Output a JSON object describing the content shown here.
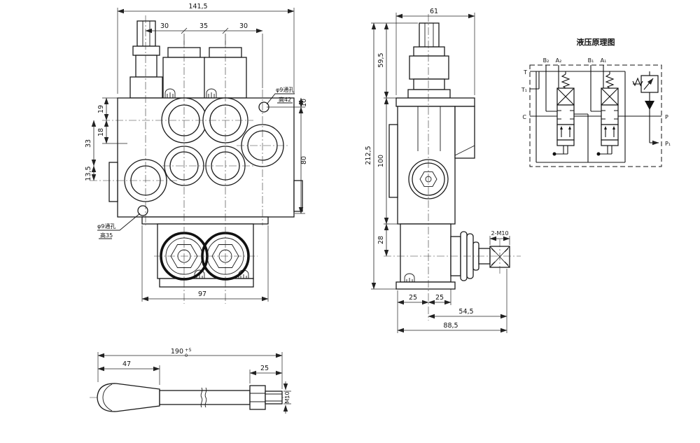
{
  "front_view": {
    "dim_total_width": "141,5",
    "dim_seg_left": "30",
    "dim_seg_mid": "35",
    "dim_seg_right": "30",
    "dim_19": "19",
    "dim_18": "18",
    "dim_33": "33",
    "dim_13_5": "13,5",
    "dim_10": "10",
    "dim_80": "80",
    "dim_97": "97",
    "hole_top": {
      "line1": "φ9通孔",
      "line2": "高42"
    },
    "hole_bottom": {
      "line1": "φ9通孔",
      "line2": "高35"
    }
  },
  "side_view": {
    "dim_61": "61",
    "dim_59_5": "59,5",
    "dim_212_5": "212,5",
    "dim_100": "100",
    "dim_28": "28",
    "dim_25_a": "25",
    "dim_25_b": "25",
    "dim_54_5": "54,5",
    "dim_88_5": "88,5",
    "stud_label": "2-M10"
  },
  "schematic": {
    "title": "液压原理图",
    "port_b2": "B₂",
    "port_a2": "A₂",
    "port_b1": "B₁",
    "port_a1": "A₁",
    "port_t": "T",
    "port_t1": "T₁",
    "port_c": "C",
    "port_p": "P",
    "port_p1": "P₁"
  },
  "lever": {
    "dim_length": "190",
    "tol_upper": "+5",
    "tol_lower": "0",
    "dim_grip": "47",
    "dim_thread_len": "25",
    "thread_label": "M10"
  },
  "colors": {
    "line": "#1a1a1a",
    "background": "#ffffff"
  }
}
